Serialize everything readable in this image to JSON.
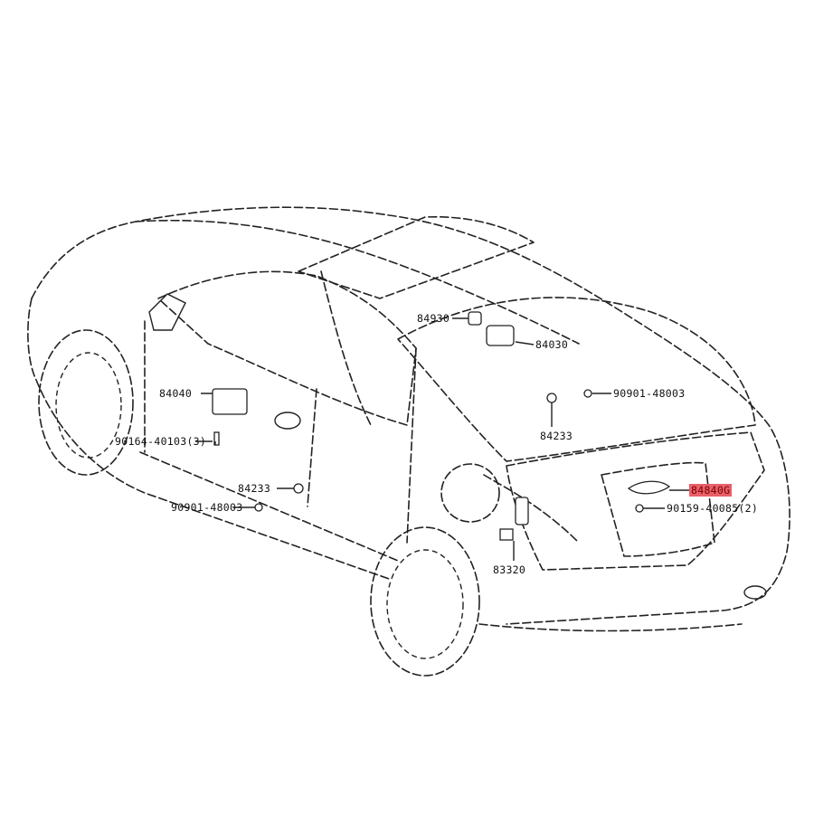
{
  "diagram": {
    "highlight_color": "#e8606a",
    "callouts": [
      {
        "id": "c1",
        "part": "84930"
      },
      {
        "id": "c2",
        "part": "84030"
      },
      {
        "id": "c3",
        "part": "90901-48003"
      },
      {
        "id": "c4",
        "part": "84233"
      },
      {
        "id": "c5",
        "part": "84040"
      },
      {
        "id": "c6",
        "part": "90164-40103(3)"
      },
      {
        "id": "c7",
        "part": "84233"
      },
      {
        "id": "c8",
        "part": "90901-48003"
      },
      {
        "id": "c9",
        "part": "84840G",
        "highlighted": true
      },
      {
        "id": "c10",
        "part": "90159-40085(2)"
      },
      {
        "id": "c11",
        "part": "83320"
      }
    ]
  }
}
